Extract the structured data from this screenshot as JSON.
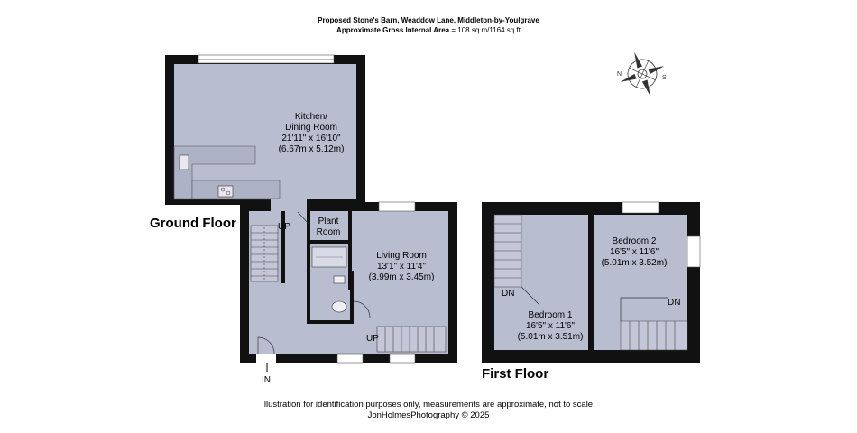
{
  "header": {
    "title": "Proposed Stone's Barn, Weaddow Lane, Middleton-by-Youlgrave",
    "area_label": "Approximate Gross Internal Area",
    "area_value": "= 108 sq.m/1164 sq.ft"
  },
  "compass": {
    "n": "N",
    "s": "S"
  },
  "ground_floor": {
    "label": "Ground Floor",
    "kitchen": {
      "name_line1": "Kitchen/",
      "name_line2": "Dining Room",
      "imperial": "21'11\" x 16'10\"",
      "metric": "(6.67m x 5.12m)"
    },
    "plant_room": {
      "name_line1": "Plant",
      "name_line2": "Room"
    },
    "living_room": {
      "name": "Living Room",
      "imperial": "13'1\" x 11'4\"",
      "metric": "(3.99m x 3.45m)"
    },
    "up_label_1": "UP",
    "up_label_2": "UP",
    "in_label": "IN"
  },
  "first_floor": {
    "label": "First Floor",
    "bedroom1": {
      "name": "Bedroom 1",
      "imperial": "16'5\" x 11'6\"",
      "metric": "(5.01m x 3.51m)"
    },
    "bedroom2": {
      "name": "Bedroom 2",
      "imperial": "16'5\" x 11'6\"",
      "metric": "(5.01m x 3.52m)"
    },
    "dn_label_1": "DN",
    "dn_label_2": "DN"
  },
  "footer": {
    "disclaimer": "Illustration for identification purposes only, measurements are approximate, not to scale.",
    "credit": "JonHolmesPhotography © 2025"
  },
  "colors": {
    "room_fill": "#b9bdd0",
    "wall": "#111111",
    "page": "#ffffff"
  }
}
